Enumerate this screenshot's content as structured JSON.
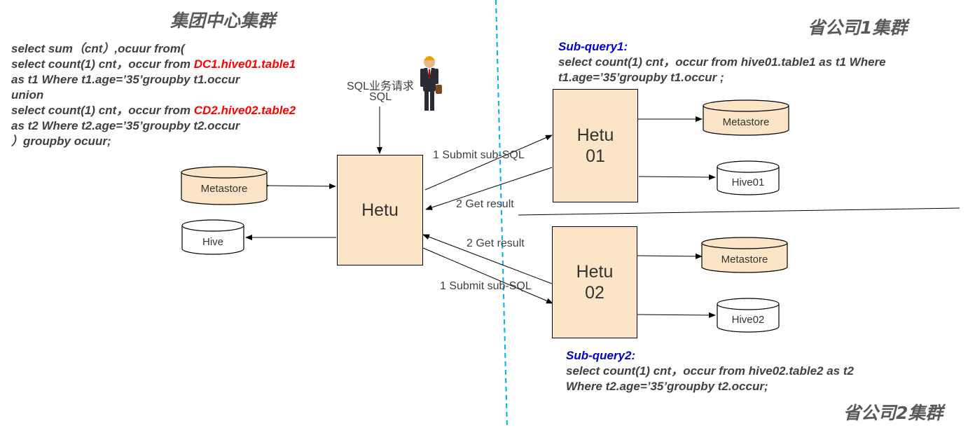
{
  "titles": {
    "center": "集团中心集群",
    "province1": "省公司1集群",
    "province2": "省公司2集群"
  },
  "main_sql": {
    "line1": "select sum（cnt）,ocuur from(",
    "line2_a": "select count(1) cnt，occur from ",
    "line2_b": "DC1.hive01.table1",
    "line3": "as t1 Where t1.age=’35’groupby t1.occur",
    "line4": "union",
    "line5_a": "select count(1) cnt，occur from ",
    "line5_b": "CD2.hive02.table2",
    "line6": "as t2 Where t2.age=’35’groupby t2.occur",
    "line7": "）groupby ocuur;"
  },
  "request": {
    "label": "SQL业务请求",
    "sql": "SQL"
  },
  "subquery1": {
    "title": "Sub-query1:",
    "line1": "select count(1) cnt，occur from hive01.table1 as t1 Where",
    "line2": "t1.age=’35’groupby t1.occur ;"
  },
  "subquery2": {
    "title": "Sub-query2:",
    "line1": "select count(1) cnt，occur from hive02.table2 as t2",
    "line2": "Where t2.age=’35’groupby t2.occur;"
  },
  "nodes": {
    "hetu": "Hetu",
    "hetu01": "Hetu\n01",
    "hetu02": "Hetu\n02",
    "metastore_center": "Metastore",
    "hive_center": "Hive",
    "metastore1": "Metastore",
    "hive01": "Hive01",
    "metastore2": "Metastore",
    "hive02": "Hive02"
  },
  "edges": {
    "submit1": "1 Submit sub-SQL",
    "get1": "2 Get result",
    "get2": "2 Get result",
    "submit2": "1 Submit sub-SQL"
  },
  "colors": {
    "box_fill": "#fbe5c6",
    "divider": "#00b0f0",
    "highlight_red": "#ff0000",
    "highlight_blue": "#0000cc"
  }
}
